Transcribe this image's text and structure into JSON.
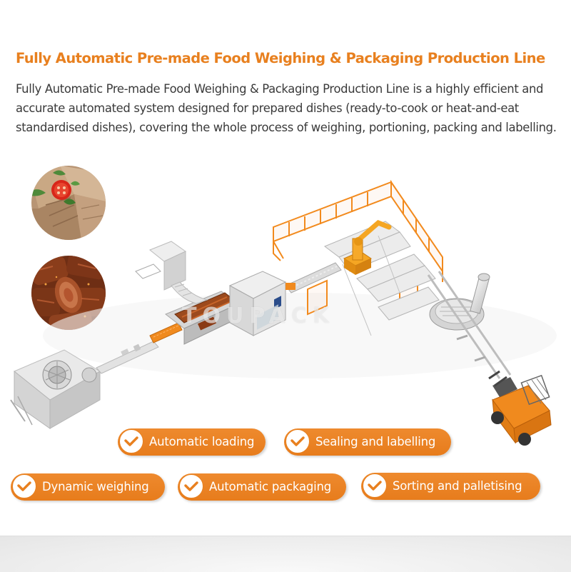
{
  "header": {
    "title": "Fully Automatic Pre-made Food Weighing & Packaging Production Line",
    "description": "Fully Automatic Pre-made Food Weighing & Packaging Production Line is a highly efficient and accurate automated system designed for prepared dishes (ready-to-cook or heat-and-eat standardised dishes), covering the whole process of weighing, portioning, packing and labelling."
  },
  "food_images": [
    {
      "name": "sliced-meat-with-tomato-dish"
    },
    {
      "name": "braised-meat-rolls-dish"
    }
  ],
  "illustration": {
    "name": "production-line-isometric-render",
    "watermark": "TOUPACK"
  },
  "features": [
    {
      "label": "Automatic loading",
      "icon": "check-circle-icon"
    },
    {
      "label": "Sealing and labelling",
      "icon": "check-circle-icon"
    },
    {
      "label": "Dynamic weighing",
      "icon": "check-circle-icon"
    },
    {
      "label": "Automatic packaging",
      "icon": "check-circle-icon"
    },
    {
      "label": "Sorting and palletising",
      "icon": "check-circle-icon"
    }
  ],
  "colors": {
    "accent": "#e8801f",
    "text": "#3a3a3a",
    "pill_text": "#ffffff"
  }
}
